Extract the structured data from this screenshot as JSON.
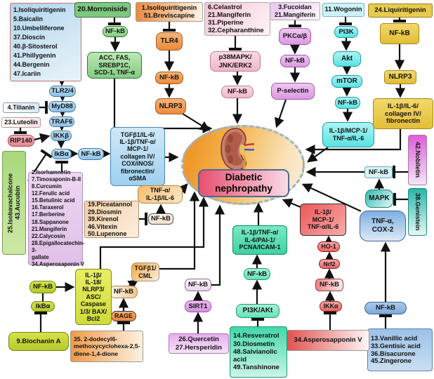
{
  "center": {
    "label": "Diabetic\nnephropathy"
  },
  "groups": {
    "g1": "1.Isoliquiritigenin\n5.Baicalin\n10.Umbelliferone\n37.Dioscin\n40.β-Sitosterol\n41.Phillygenin\n44.Bergenin\n47.Icariin",
    "morroniside": "20.Morroniside",
    "iso51": "1.Isoliquiritigenin\n51.Breviscapine",
    "celastrol": "6.Celastrol\n21.Mangiferin\n31.Piperine\n32.Cepharanthine",
    "fucoidan": "3.Fucoidan\n21.Mangiferin",
    "wogonin": "11.Wogonin",
    "liquiritigenin": "24.Liquiritigenin",
    "tilianin": "4.Tilianin",
    "luteolin": "23.Luteolin",
    "isobavachalcone": "25.Isobavachalcone\n43.Aucubin",
    "purple_list": "2.Isorhamnetin\n7.Timosaponin-B-II\n8.Curcumin\n12.Ferulic acid\n15.Betulinic acid\n16.Taraxerol\n17.Berberine\n18.Sappanone\n21.Mangiferin\n22.Calycosin\n28.Epigallocatechin-3-\ngallate\n34.Asperosaponin V",
    "piceatannol": "19.Piceatannol\n29.Diosmin\n39.Kirenol\n46.Vitexin\n50.Lupenone",
    "nobiletin": "42.Nobiletin",
    "genistein": "38.Genistein",
    "vanillic": "13.Vanillic acid\n33.Gentisic acid\n36.Bisacurone\n45.Zingerone",
    "asperosapponin": "34.Asperosapponin V",
    "resveratrol": "14.Resveratrol\n30.Diosmetin\n48.Salvianolic\nacid\n49.Tanshinone",
    "quercetin": "26.Quercetin\n27.Hersperidin",
    "dodecyl": "35. 2-dodecyl6-\nmethoxycyclohexa-2,5-\ndiene-1,4-dione",
    "biochanin": "9.Biochanin A"
  },
  "nodes": {
    "nfkb": "NF-kB",
    "tlr24": "TLR2/4",
    "myd88": "MyD88",
    "traf6": "TRAF6",
    "ikkb": "IKKβ",
    "ikba": "IkBα",
    "rip140": "RIP140",
    "tlr4": "TLR4",
    "nlrp3": "NLRP3",
    "p38": "p38MAPK/\nJNK/ERK2",
    "pkcab": "PKCα/β",
    "pselectin": "P-selectin",
    "pi3k": "PI3K",
    "akt": "Akt",
    "mtor": "mTOR",
    "mapk": "MAPK",
    "sirt1": "SIRT1",
    "rage": "RAGE",
    "ho1": "HO-1",
    "nrf2": "Nrf2",
    "ikka": "IKKα",
    "pi3kakt": "PI3K/AKt"
  },
  "outputs": {
    "acc": "ACC, FAS,\nSREBP1C,\nSCD-1, TNF-α",
    "tgfb_big": "TGFβ1/IL-6/\nIL-1β/TNF-α/\nMCP-1/\ncollagen IV/\nCOX/iNOS/\nfibronectin/\nαSMA",
    "tnf_il": "TNF-α/\nIL-1β/IL-6",
    "cyan_result": "IL-1β/MCP-1/\nTNF-α/IL-6",
    "gold_result": "IL-1β/IL-6/\ncollagen IV/\nfibronectin",
    "red_result": "IL-1β/\nMCP-1/\nTNF-α/IL-6",
    "tnfcox": "TNF-α,\nCOX-2",
    "green_result": "IL-1β/TNF-α/\nIL-6/PAI-1/\nPCNA/ICAM-1",
    "yellow_result": "IL-1β/\nIL-18/\nNLRP3/\nASC/\nCaspase\n1/3/ BAX/\nBcl2",
    "tgfbcml": "TGFβ1/\nCML"
  },
  "colors": {
    "ellipse_orange": "#f0992a",
    "dn_pink": "#e8506e",
    "arrow_black": "#111111",
    "dashed_border": "#96b2d4"
  }
}
